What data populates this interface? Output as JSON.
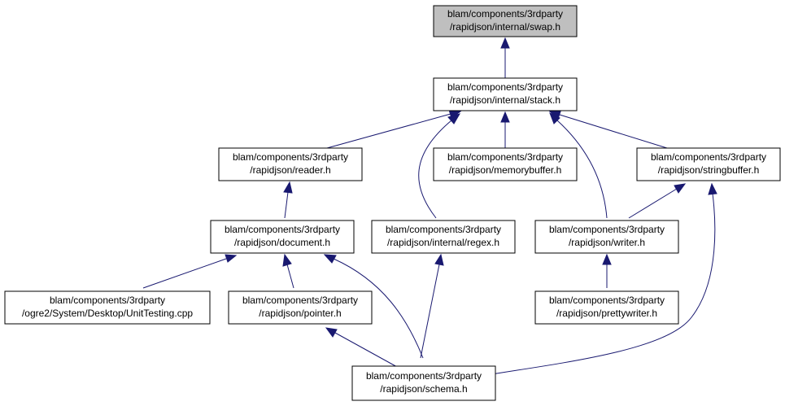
{
  "nodes": {
    "swap": {
      "line1": "blam/components/3rdparty",
      "line2": "/rapidjson/internal/swap.h",
      "highlighted": true
    },
    "stack": {
      "line1": "blam/components/3rdparty",
      "line2": "/rapidjson/internal/stack.h"
    },
    "reader": {
      "line1": "blam/components/3rdparty",
      "line2": "/rapidjson/reader.h"
    },
    "memorybuffer": {
      "line1": "blam/components/3rdparty",
      "line2": "/rapidjson/memorybuffer.h"
    },
    "stringbuffer": {
      "line1": "blam/components/3rdparty",
      "line2": "/rapidjson/stringbuffer.h"
    },
    "document": {
      "line1": "blam/components/3rdparty",
      "line2": "/rapidjson/document.h"
    },
    "regex": {
      "line1": "blam/components/3rdparty",
      "line2": "/rapidjson/internal/regex.h"
    },
    "writer": {
      "line1": "blam/components/3rdparty",
      "line2": "/rapidjson/writer.h"
    },
    "unittesting": {
      "line1": "blam/components/3rdparty",
      "line2": "/ogre2/System/Desktop/UnitTesting.cpp"
    },
    "pointer": {
      "line1": "blam/components/3rdparty",
      "line2": "/rapidjson/pointer.h"
    },
    "prettywriter": {
      "line1": "blam/components/3rdparty",
      "line2": "/rapidjson/prettywriter.h"
    },
    "schema": {
      "line1": "blam/components/3rdparty",
      "line2": "/rapidjson/schema.h"
    }
  },
  "colors": {
    "edge": "#191970",
    "highlight_fill": "#bfbfbf",
    "node_fill": "#ffffff",
    "node_border": "#000000"
  }
}
